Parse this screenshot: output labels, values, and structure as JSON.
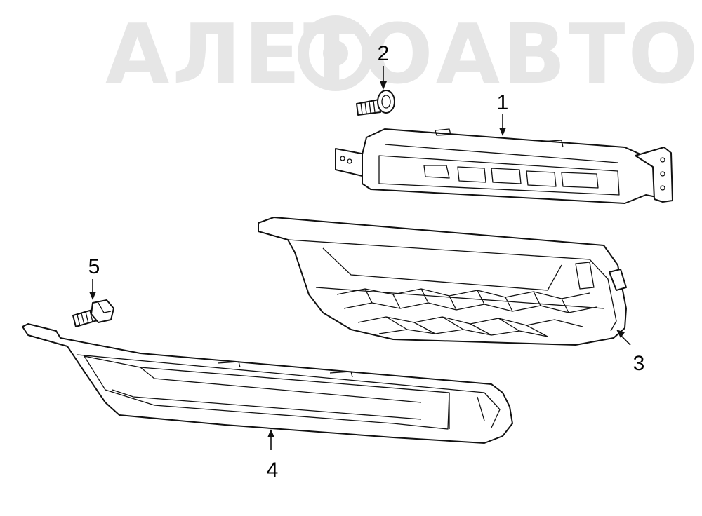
{
  "watermark": {
    "text": "АЛЕТОАВТО"
  },
  "callouts": [
    {
      "id": "1",
      "label": "1"
    },
    {
      "id": "2",
      "label": "2"
    },
    {
      "id": "3",
      "label": "3"
    },
    {
      "id": "4",
      "label": "4"
    },
    {
      "id": "5",
      "label": "5"
    }
  ]
}
